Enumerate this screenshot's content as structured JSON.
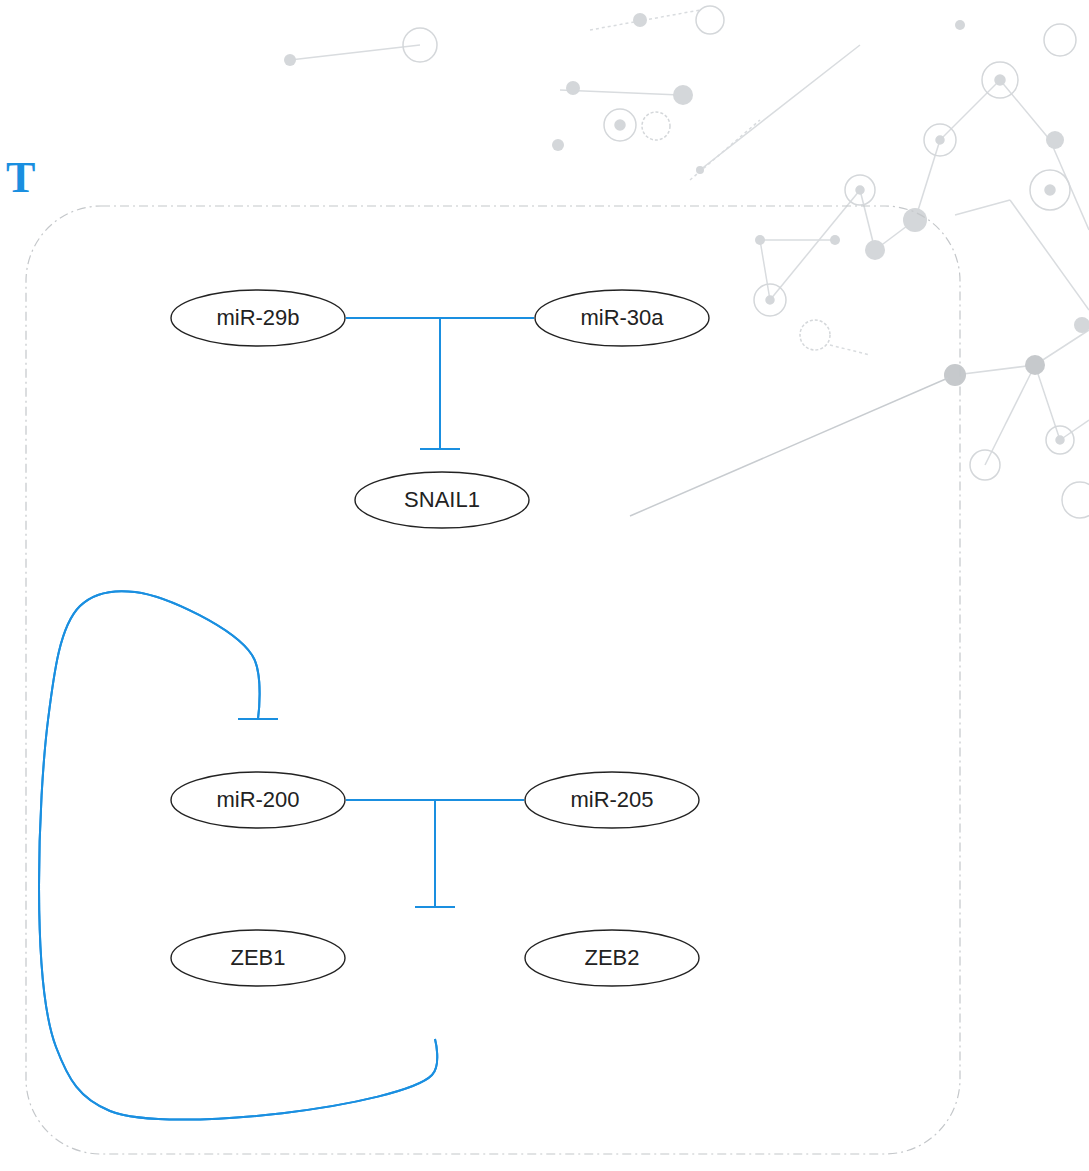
{
  "diagram": {
    "title": "T",
    "nodes": [
      {
        "text": [
          "miR-29b"
        ]
      },
      {
        "text": [
          "miR-30a"
        ]
      },
      {
        "text": [
          "SNAIL1"
        ]
      },
      {
        "text": [
          "miR-200"
        ]
      },
      {
        "text": [
          "miR-205"
        ]
      },
      {
        "text": [
          "ZEB1"
        ]
      },
      {
        "text": [
          "ZEB2"
        ]
      }
    ],
    "edges": [
      {
        "from": 0,
        "to": 2,
        "arrow": "to"
      },
      {
        "from": 1,
        "to": 2,
        "arrow": "to"
      },
      {
        "from": 3,
        "to": 5,
        "arrow": "to"
      },
      {
        "from": 3,
        "to": 6,
        "arrow": "to"
      },
      {
        "from": 4,
        "to": 5,
        "arrow": "to"
      },
      {
        "from": 4,
        "to": 6,
        "arrow": "to"
      },
      {
        "from": 5,
        "to": 3,
        "arrow": "to"
      },
      {
        "from": 6,
        "to": 3,
        "arrow": "to"
      }
    ]
  }
}
